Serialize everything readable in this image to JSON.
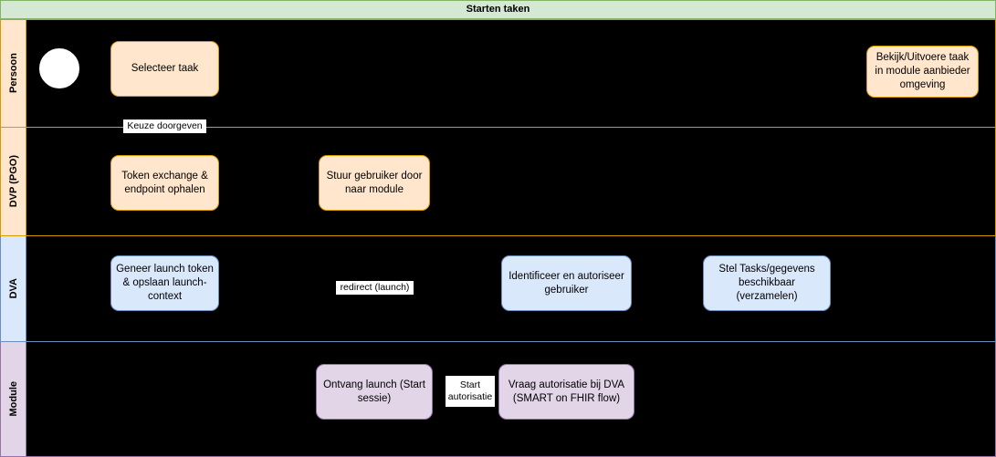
{
  "pool": {
    "title": "Starten taken",
    "header_fill": "#d5e8d4",
    "header_stroke": "#82b366"
  },
  "lanes": [
    {
      "id": "persoon",
      "label": "Persoon",
      "fill": "#ffe6cc",
      "stroke": "#d79b00"
    },
    {
      "id": "dvp",
      "label": "DVP (PGO)",
      "fill": "#ffe6cc",
      "stroke": "#d79b00"
    },
    {
      "id": "dva",
      "label": "DVA",
      "fill": "#dae8fc",
      "stroke": "#6c8ebf"
    },
    {
      "id": "module",
      "label": "Module",
      "fill": "#e1d5e7",
      "stroke": "#9673a6"
    }
  ],
  "nodes": {
    "start_event": {
      "name": "start-event",
      "shape": "circle"
    },
    "selecteer_taak": {
      "label": "Selecteer taak"
    },
    "bekijk_uitvoeren": {
      "label": "Bekijk/Uitvoere taak in module aanbieder omgeving"
    },
    "token_exchange": {
      "label": "Token exchange & endpoint ophalen"
    },
    "stuur_gebruiker": {
      "label": "Stuur gebruiker door naar module"
    },
    "geneer_launch": {
      "label": "Geneer launch token & opslaan launch-context"
    },
    "identificeer": {
      "label": "Identificeer en autoriseer gebruiker"
    },
    "stel_tasks": {
      "label": "Stel Tasks/gegevens beschikbaar (verzamelen)"
    },
    "ontvang_launch": {
      "label": "Ontvang launch (Start sessie)"
    },
    "vraag_autorisatie": {
      "label": "Vraag autorisatie bij DVA (SMART on FHIR flow)"
    }
  },
  "edge_labels": {
    "keuze_doorgeven": "Keuze doorgeven",
    "redirect_launch": "redirect (launch)",
    "start_autorisatie": "Start\nautorisatie"
  }
}
